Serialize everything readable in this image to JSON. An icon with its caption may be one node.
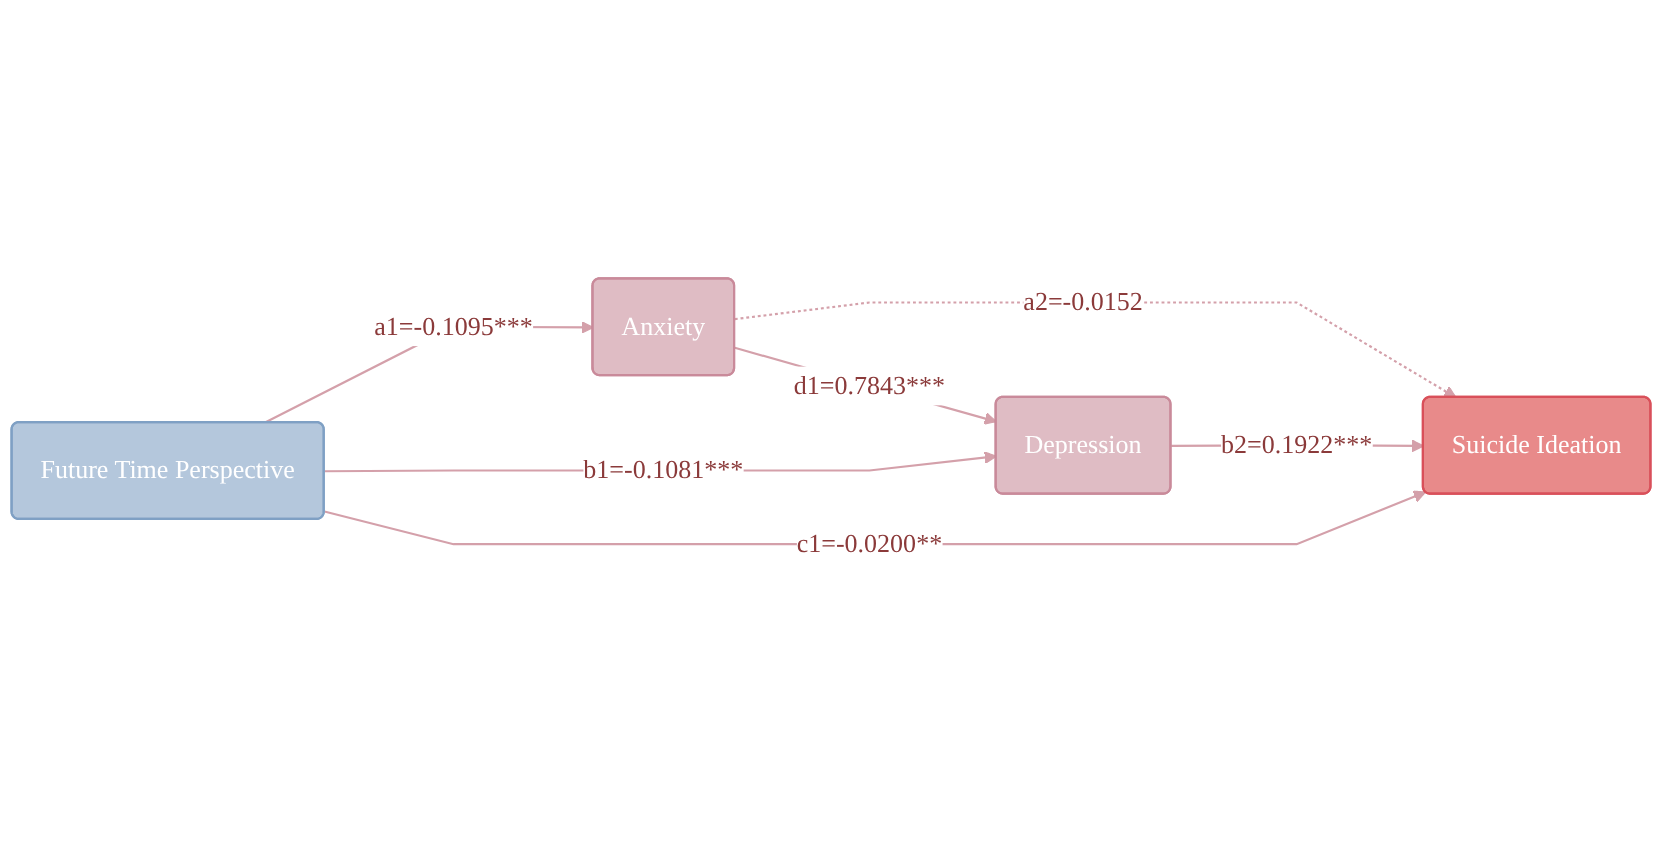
{
  "diagram": {
    "nodes": [
      {
        "text": [
          "Anxiety"
        ]
      },
      {
        "text": [
          "Depression"
        ]
      },
      {
        "text": [
          "Future Time Perspective"
        ]
      },
      {
        "text": [
          "Suicide Ideation"
        ]
      }
    ],
    "edges": [
      {
        "from": 2,
        "to": 0,
        "arrow": "to",
        "label": "a1=-0.1095***"
      },
      {
        "from": 0,
        "to": 1,
        "arrow": "to",
        "label": "d1=0.7843***"
      },
      {
        "from": 0,
        "to": 3,
        "arrow": "to",
        "label": "a2=-0.0152",
        "style": "dashed"
      },
      {
        "from": 2,
        "to": 1,
        "arrow": "to",
        "label": "b1=-0.1081***"
      },
      {
        "from": 1,
        "to": 3,
        "arrow": "to",
        "label": "b2=0.1922***"
      },
      {
        "from": 2,
        "to": 3,
        "arrow": "to",
        "label": "c1=-0.0200**"
      }
    ]
  }
}
